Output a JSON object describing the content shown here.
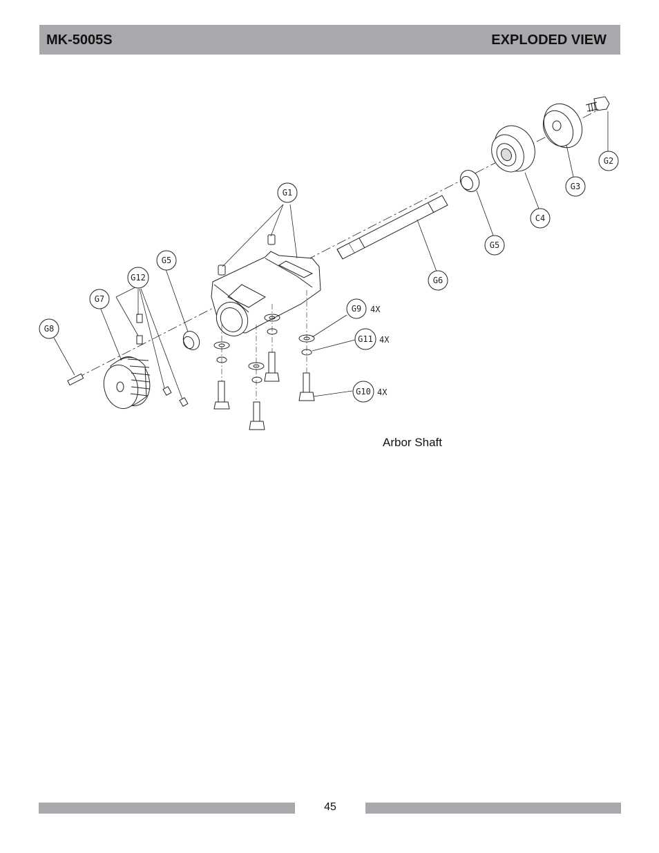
{
  "header": {
    "model": "MK-5005S",
    "section": "EXPLODED VIEW"
  },
  "diagram": {
    "caption": "Arbor Shaft",
    "callouts": {
      "g1": "G1",
      "g2": "G2",
      "g3": "G3",
      "c4": "C4",
      "g5_right": "G5",
      "g6": "G6",
      "g5_left": "G5",
      "g12": "G12",
      "g7": "G7",
      "g8": "G8",
      "g9": "G9",
      "g11": "G11",
      "g10": "G10"
    },
    "quantities": {
      "g9": "4X",
      "g11": "4X",
      "g10": "4X"
    }
  },
  "footer": {
    "page_number": "45"
  }
}
